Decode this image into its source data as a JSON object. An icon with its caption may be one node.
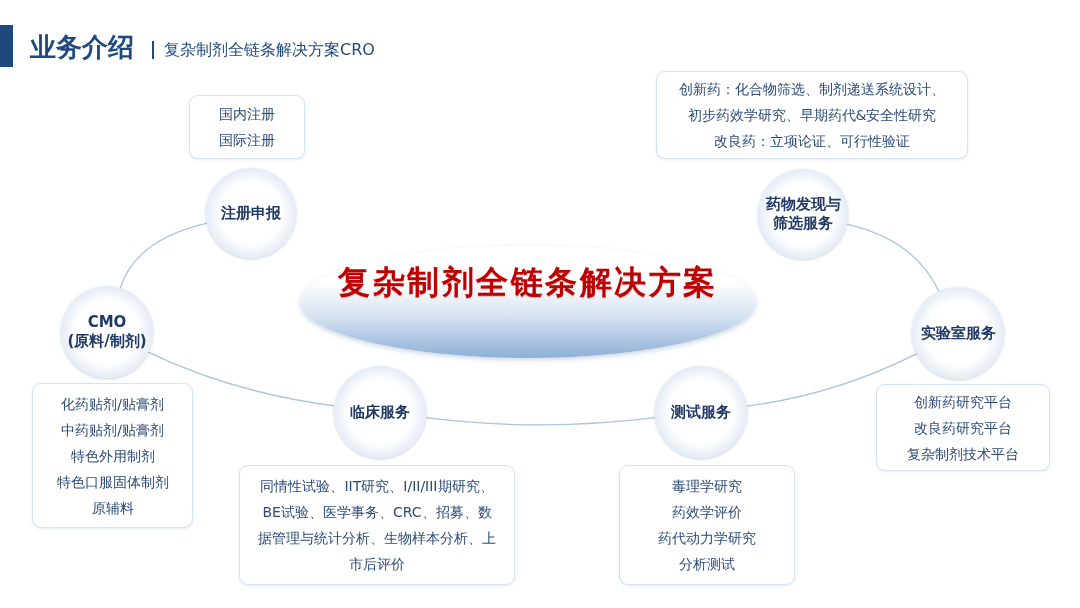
{
  "diagram": {
    "title": "业务介绍",
    "nodes": [
      {
        "text": [
          "复杂制剂全链条解决方案"
        ]
      },
      {
        "text": [
          "注册申报"
        ]
      },
      {
        "text": [
          "国内注册",
          "国际注册"
        ]
      },
      {
        "text": [
          "药物发现与筛选服务"
        ]
      },
      {
        "text": [
          "创新药：化合物筛选、制剂递送系统设计、初步药效学研究、早期药代&安全性研究",
          "改良药：立项论证、可行性验证"
        ]
      },
      {
        "text": [
          "实验室服务"
        ]
      },
      {
        "text": [
          "创新药研究平台",
          "改良药研究平台",
          "复杂制剂技术平台"
        ]
      },
      {
        "text": [
          "测试服务"
        ]
      },
      {
        "text": [
          "毒理学研究",
          "药效学评价",
          "药代动力学研究",
          "分析测试"
        ]
      },
      {
        "text": [
          "临床服务"
        ]
      },
      {
        "text": [
          "同情性试验、IIT研究、I/II/III期研究、BE试验、医学事务、CRC、招募、数据管理与统计分析、生物样本分析、上市后评价"
        ]
      },
      {
        "text": [
          "CMO",
          "(原料/制剂)"
        ]
      },
      {
        "text": [
          "化药贴剂/贴膏剂",
          "中药贴剂/贴膏剂",
          "特色外用制剂",
          "特色口服固体制剂",
          "原辅料"
        ]
      }
    ],
    "edges": [
      {
        "from": 3,
        "to": 5,
        "arrow": "none"
      },
      {
        "from": 5,
        "to": 7,
        "arrow": "none"
      },
      {
        "from": 7,
        "to": 9,
        "arrow": "none"
      },
      {
        "from": 9,
        "to": 11,
        "arrow": "none"
      },
      {
        "from": 11,
        "to": 1,
        "arrow": "none"
      }
    ],
    "labels": [
      "复杂制剂全链条解决方案CRO"
    ]
  }
}
